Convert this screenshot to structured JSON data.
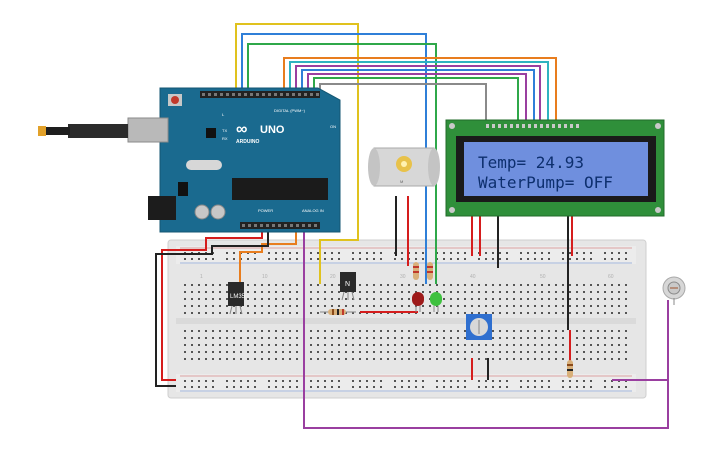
{
  "arduino": {
    "logo": "∞",
    "model": "UNO",
    "brand": "ARDUINO",
    "label_digital": "DIGITAL (PWM~)",
    "label_power": "POWER",
    "label_analog": "ANALOG IN",
    "label_on": "ON",
    "label_tx": "TX",
    "label_rx": "RX",
    "label_l": "L"
  },
  "lcd": {
    "line1": "Temp= 24.93",
    "line2": "WaterPump= OFF",
    "backlight_color": "#6f8fde",
    "pcb_color": "#2f8f3a"
  },
  "components": {
    "temp_sensor_label": "LM35",
    "transistor_label": "N",
    "motor_label": "M"
  },
  "colors": {
    "wire_yellow": "#e0c21e",
    "wire_blue": "#2f7fd8",
    "wire_green": "#2fa84a",
    "wire_orange": "#e87d1e",
    "wire_purple": "#9a3fa0",
    "wire_teal": "#2fb3c0",
    "wire_gray": "#8a8a8a",
    "wire_red": "#d51d1d",
    "wire_black": "#222222",
    "arduino_board": "#1a6a8f",
    "breadboard": "#e9e9e9"
  }
}
